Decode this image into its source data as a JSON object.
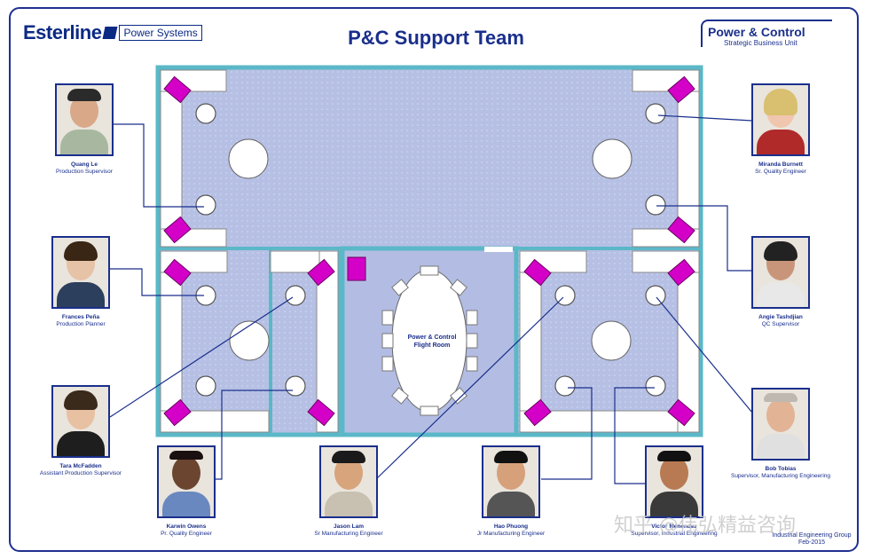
{
  "header": {
    "brand": "Esterline",
    "brand_box": "Power Systems",
    "title": "P&C Support Team",
    "right_logo_line1": "Power & Control",
    "right_logo_line2": "Strategic Business Unit"
  },
  "room": {
    "label_line1": "Power & Control",
    "label_line2": "Flight Room"
  },
  "colors": {
    "carpet": "#b9c3e6",
    "wall": "#5bb8c8",
    "chair_magenta": "#d400c8",
    "frame": "#1f2f8f"
  },
  "people": [
    {
      "name": "Quang Le",
      "role": "Production Supervisor"
    },
    {
      "name": "Frances Peña",
      "role": "Production Planner"
    },
    {
      "name": "Tara McFadden",
      "role": "Assistant Production Supervisor"
    },
    {
      "name": "Karwin Owens",
      "role": "Pr. Quality Engineer"
    },
    {
      "name": "Jason Lam",
      "role": "Sr Manufacturing Engineer"
    },
    {
      "name": "Hao Phuong",
      "role": "Jr Manufacturing Engineer"
    },
    {
      "name": "Victor Menendez",
      "role": "Supervisor, Industrial Engineering"
    },
    {
      "name": "Bob Tobias",
      "role": "Supervisor, Manufacturing Engineering"
    },
    {
      "name": "Angie Tashdjian",
      "role": "QC Supervisor"
    },
    {
      "name": "Miranda Burnett",
      "role": "Sr. Quality Engineer"
    }
  ],
  "footer": {
    "group": "Industrial Engineering Group",
    "date": "Feb-2015"
  },
  "watermark": "知乎 @伟弘精益咨询"
}
